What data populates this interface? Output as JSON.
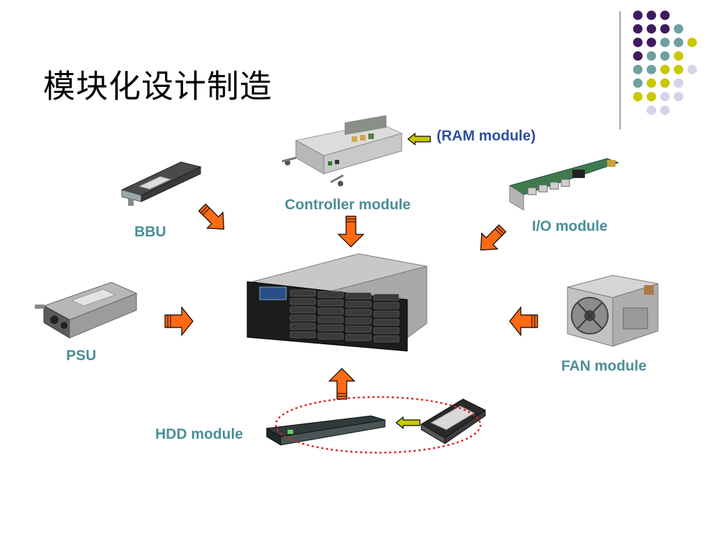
{
  "slide": {
    "title": "模块化设计制造"
  },
  "labels": {
    "ram": "(RAM module)",
    "controller": "Controller module",
    "bbu": "BBU",
    "io": "I/O module",
    "psu": "PSU",
    "fan": "FAN module",
    "hdd": "HDD module"
  },
  "colors": {
    "label_teal": "#4a8e97",
    "label_blue": "#2d4fa0",
    "arrow_orange": "#ff6a13",
    "arrow_olive": "#c8c800",
    "dot_purple": "#3e1a5e",
    "dot_teal": "#6fa0a0",
    "dot_olive": "#c8c800",
    "dot_lavender": "#d6d4ea",
    "dashed_ellipse": "#e02020"
  },
  "decor": {
    "dot_pattern_rows": [
      [
        "purple",
        "purple",
        "purple"
      ],
      [
        "purple",
        "purple",
        "purple",
        "teal"
      ],
      [
        "purple",
        "purple",
        "teal",
        "teal",
        "olive"
      ],
      [
        "purple",
        "teal",
        "teal",
        "olive"
      ],
      [
        "teal",
        "teal",
        "olive",
        "olive",
        "lavender"
      ],
      [
        "teal",
        "olive",
        "olive",
        "lavender"
      ],
      [
        "olive",
        "olive",
        "lavender",
        "lavender"
      ],
      [
        "lavender",
        "lavender"
      ]
    ]
  }
}
